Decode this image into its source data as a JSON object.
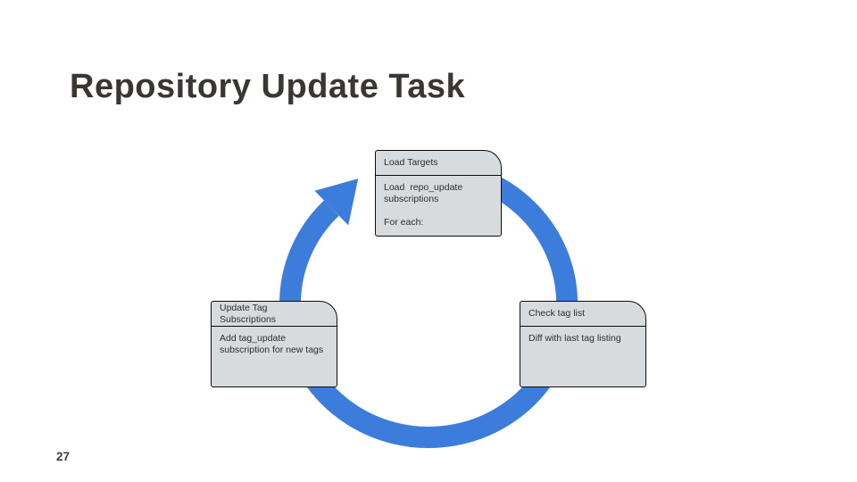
{
  "slide": {
    "title": "Repository Update Task",
    "page_number": "27"
  },
  "diagram": {
    "arrow_color": "#3c7ddc",
    "cycle_direction": "clockwise",
    "nodes": {
      "load_targets": {
        "header": "Load Targets",
        "body": "Load  repo_update\nsubscriptions\n\nFor each:"
      },
      "check_tag_list": {
        "header": "Check tag list",
        "body": "Diff with last tag listing"
      },
      "update_tag_subscriptions": {
        "header": "Update Tag\nSubscriptions",
        "body": "Add tag_update\nsubscription for new tags"
      }
    }
  }
}
